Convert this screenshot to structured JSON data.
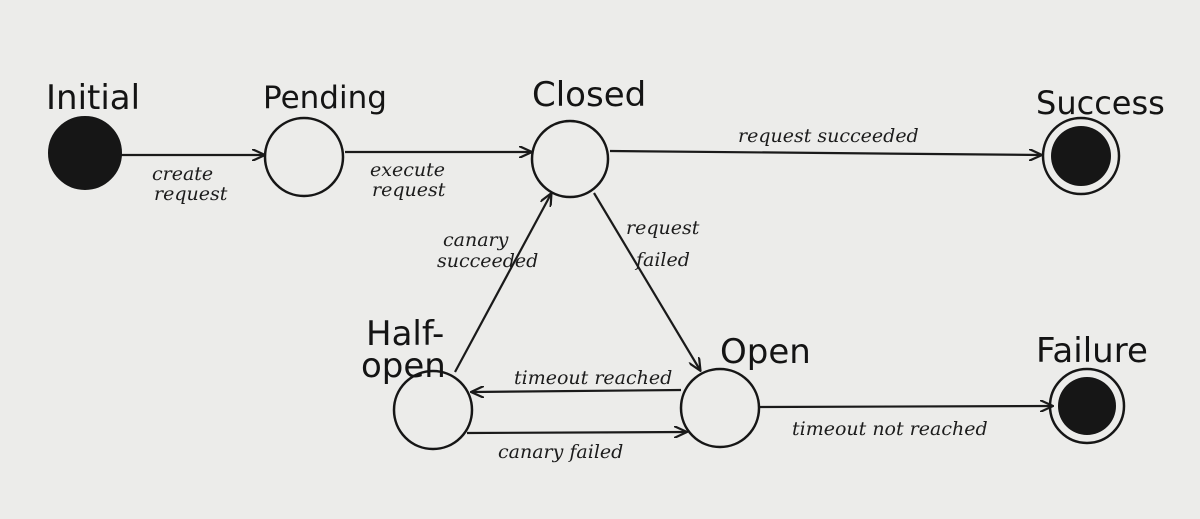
{
  "diagram": {
    "type": "state-machine",
    "states": {
      "initial": "Initial",
      "pending": "Pending",
      "closed": "Closed",
      "success": "Success",
      "half_open_line1": "Half-",
      "half_open_line2": "open",
      "open": "Open",
      "failure": "Failure"
    },
    "transitions": {
      "create_request_line1": "create",
      "create_request_line2": "request",
      "execute_request_line1": "execute",
      "execute_request_line2": "request",
      "request_succeeded": "request succeeded",
      "canary_succeeded_line1": "canary",
      "canary_succeeded_line2": "succeeded",
      "request_failed_line1": "request",
      "request_failed_line2": "failed",
      "timeout_reached": "timeout reached",
      "canary_failed": "canary failed",
      "timeout_not_reached": "timeout not reached"
    }
  }
}
